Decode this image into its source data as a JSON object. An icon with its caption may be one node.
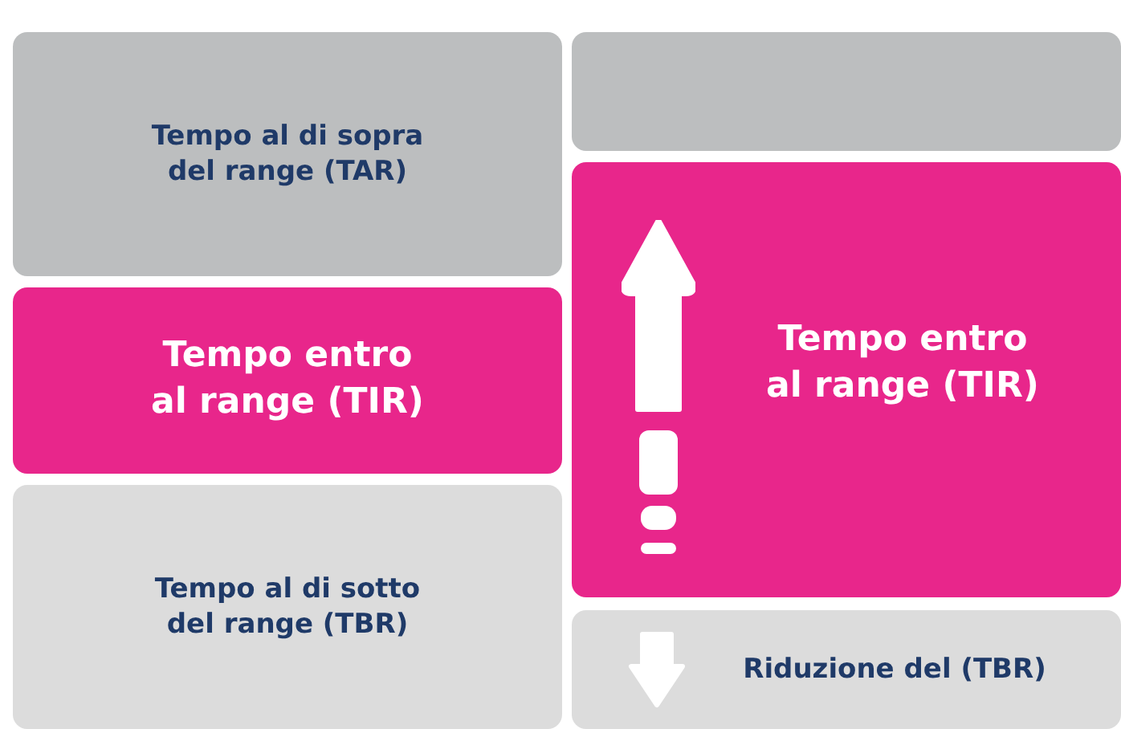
{
  "diagram": {
    "nodes": [
      {
        "text": [
          "Tempo al di sopra del range (TAR)"
        ]
      },
      {
        "text": [],
        "shape": "box"
      },
      {
        "text": [
          "Tempo entro al range (TIR)"
        ]
      },
      {
        "text": [
          "Tempo entro al range (TIR)"
        ]
      },
      {
        "text": [
          "Tempo al di sotto del range (TBR)"
        ]
      },
      {
        "text": [
          "Riduzione del (TBR)"
        ]
      }
    ]
  }
}
